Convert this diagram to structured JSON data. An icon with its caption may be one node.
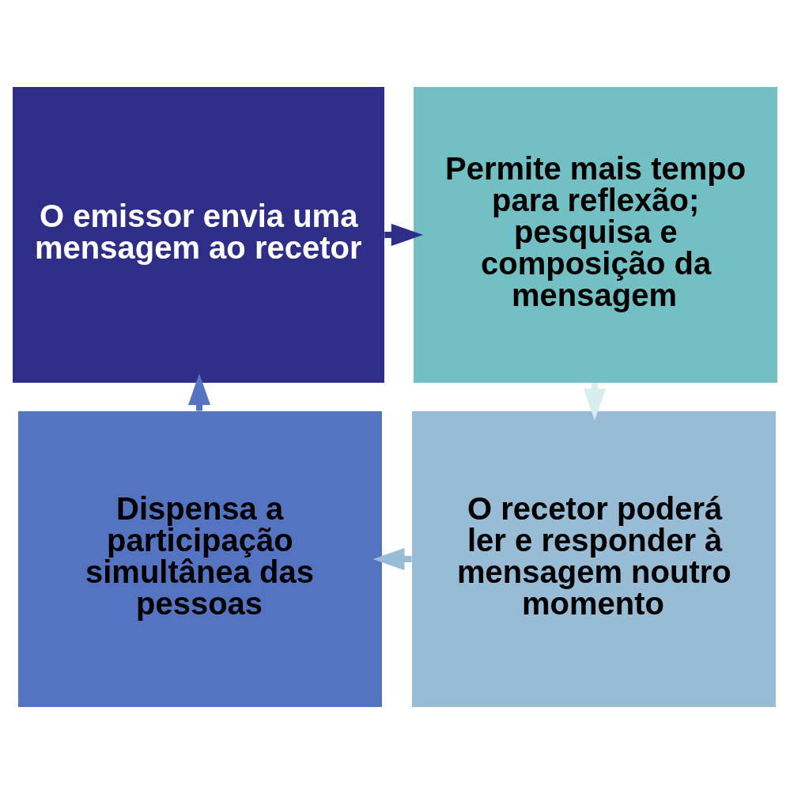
{
  "diagram": {
    "nodes": [
      {
        "text": [
          "O emissor envia uma mensagem ao recetor"
        ]
      },
      {
        "text": [
          "Permite mais tempo para reflexão; pesquisa e composição da mensagem"
        ]
      },
      {
        "text": [
          "Dispensa a participação simultânea das pessoas"
        ]
      },
      {
        "text": [
          "O recetor poderá ler e responder à mensagem noutro momento"
        ]
      }
    ],
    "edges": [
      {
        "from": 0,
        "to": 1,
        "arrow": "to",
        "color": "#2e2d87"
      },
      {
        "from": 1,
        "to": 3,
        "arrow": "to",
        "color": "#d8edef"
      },
      {
        "from": 3,
        "to": 2,
        "arrow": "to",
        "color": "#98bcd6"
      },
      {
        "from": 2,
        "to": 0,
        "arrow": "to",
        "color": "#5473c0"
      }
    ]
  }
}
